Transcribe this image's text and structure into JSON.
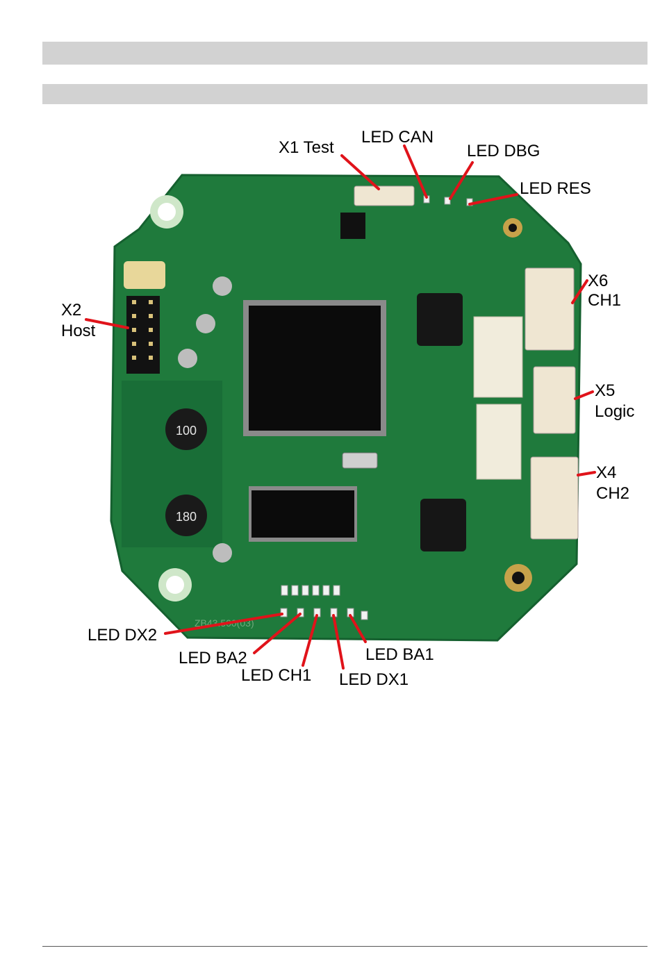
{
  "figure": {
    "labels": {
      "x1": "X1 Test",
      "led_can": "LED CAN",
      "led_dbg": "LED DBG",
      "led_res": "LED RES",
      "x6_a": "X6",
      "x6_b": "CH1",
      "x2_a": "X2",
      "x2_b": "Host",
      "x5_a": "X5",
      "x5_b": "Logic",
      "x4_a": "X4",
      "x4_b": "CH2",
      "led_dx2": "LED DX2",
      "led_ba2": "LED BA2",
      "led_ch1": "LED CH1",
      "led_dx1": "LED DX1",
      "led_ba1": "LED BA1"
    },
    "board": {
      "inductor_top": "100",
      "inductor_bottom": "180",
      "silk_id": "ZB43.500(03)"
    },
    "colors": {
      "pcb": "#1f7a3c",
      "pcb_dark": "#145a2b",
      "leader": "#e0131a",
      "connector": "#efe6d2",
      "chip": "#0b0b0b"
    }
  }
}
